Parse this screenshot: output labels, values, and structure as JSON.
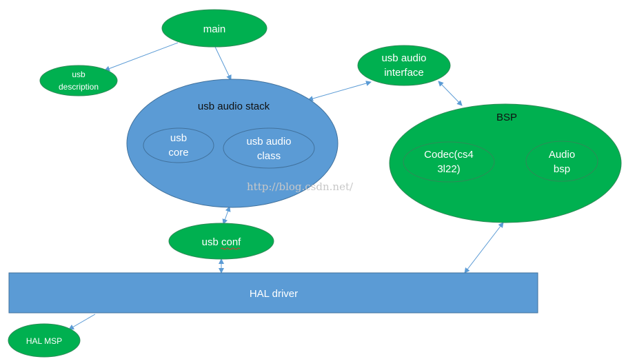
{
  "colors": {
    "green": "#00b050",
    "blue": "#5b9bd5",
    "green_stroke": "#2e8b57",
    "blue_stroke": "#41719c",
    "arrow": "#5b9bd5"
  },
  "nodes": {
    "main": "main",
    "usb_description": [
      "usb",
      "description"
    ],
    "usb_audio_interface": [
      "usb audio",
      "interface"
    ],
    "usb_audio_stack": "usb audio stack",
    "usb_core": [
      "usb",
      "core"
    ],
    "usb_audio_class": [
      "usb audio",
      "class"
    ],
    "bsp": "BSP",
    "codec": [
      "Codec(cs4",
      "3l22)"
    ],
    "audio_bsp": [
      "Audio",
      "bsp"
    ],
    "usb_conf": "usb conf",
    "hal_driver": "HAL driver",
    "hal_msp": "HAL MSP"
  },
  "watermark": "http://blog.csdn.net/",
  "edges": [
    {
      "from": "main",
      "to": "usb description",
      "type": "arrow"
    },
    {
      "from": "main",
      "to": "usb audio stack",
      "type": "arrow"
    },
    {
      "from": "usb audio stack",
      "to": "usb audio interface",
      "type": "bidirectional"
    },
    {
      "from": "usb audio interface",
      "to": "BSP",
      "type": "bidirectional"
    },
    {
      "from": "usb audio stack",
      "to": "usb conf",
      "type": "bidirectional"
    },
    {
      "from": "usb conf",
      "to": "HAL driver",
      "type": "bidirectional"
    },
    {
      "from": "BSP",
      "to": "HAL driver",
      "type": "bidirectional"
    },
    {
      "from": "HAL driver",
      "to": "HAL MSP",
      "type": "arrow"
    }
  ]
}
